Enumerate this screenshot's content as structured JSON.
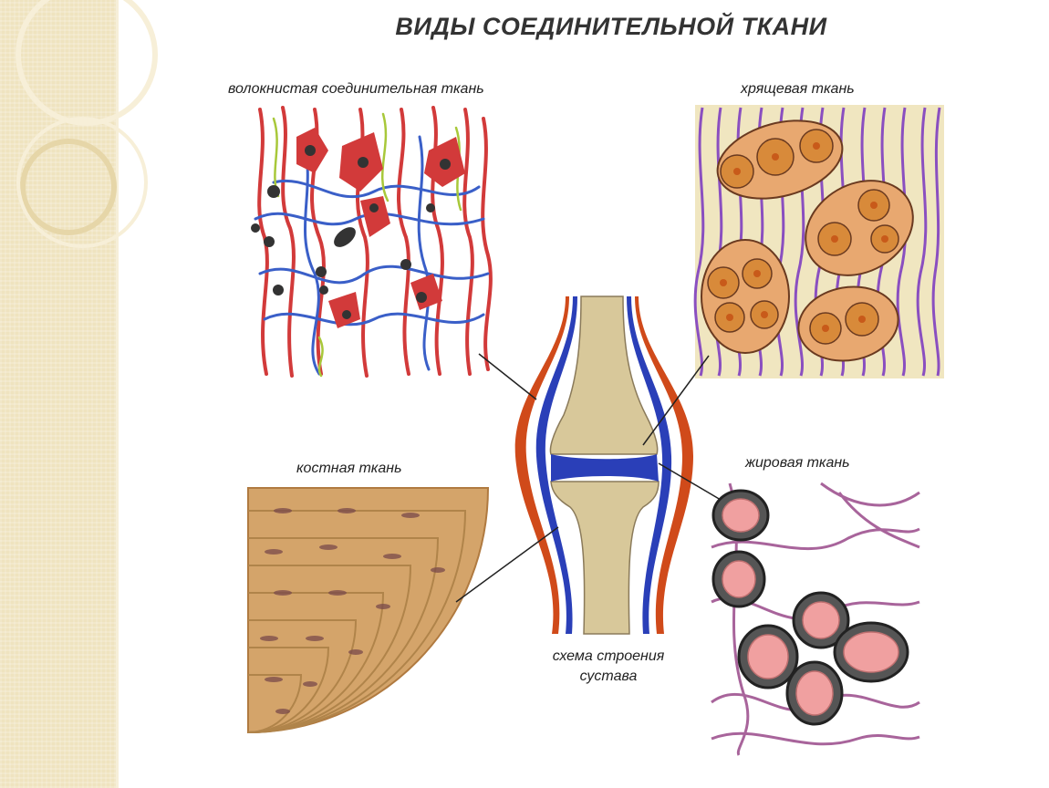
{
  "title": "ВИДЫ СОЕДИНИТЕЛЬНОЙ ТКАНИ",
  "labels": {
    "fibrous": "волокнистая соединительная ткань",
    "cartilage": "хрящевая ткань",
    "bone": "костная ткань",
    "adipose": "жировая ткань",
    "joint_line1": "схема строения",
    "joint_line2": "сустава"
  },
  "colors": {
    "fiber_red": "#d23a3a",
    "fiber_blue": "#3a5fc8",
    "fiber_green": "#a8c83a",
    "cartilage_matrix": "#8a4fc0",
    "chondrocyte": "#e0a05a",
    "bone": "#c8965a",
    "adipose_fiber": "#9a4a8a",
    "fat_cell": "#f0a0a0",
    "joint_capsule": "#d04a1a",
    "joint_synovial": "#2a3fb8"
  }
}
